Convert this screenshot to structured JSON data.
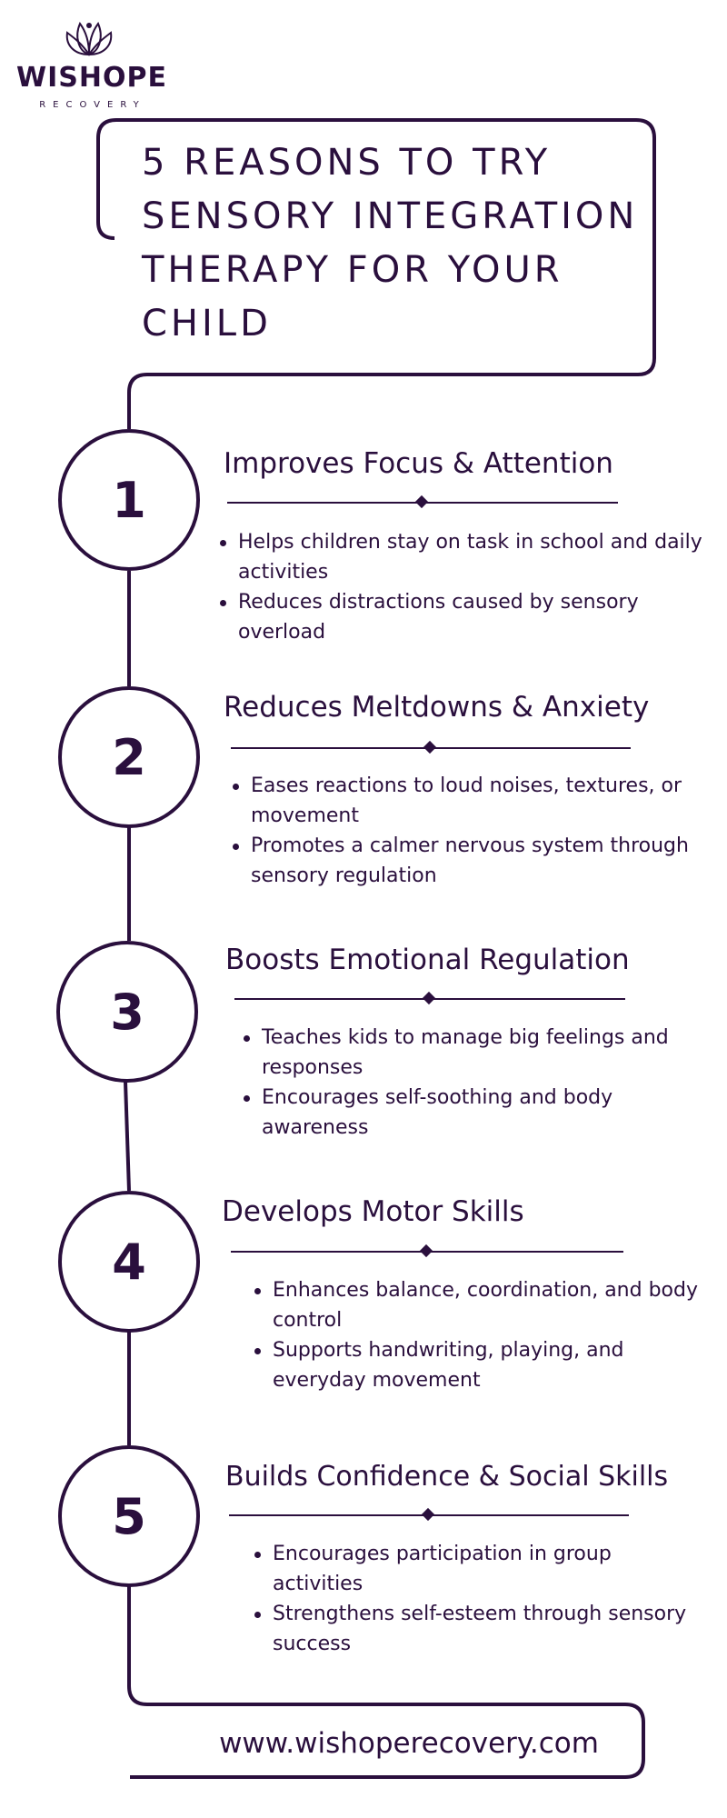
{
  "brand": {
    "name": "WISHOPE",
    "tagline": "RECOVERY",
    "logo_icon": "lotus-icon"
  },
  "title": "5 REASONS TO TRY SENSORY INTEGRATION THERAPY FOR YOUR CHILD",
  "reasons": [
    {
      "number": "1",
      "title": "Improves Focus & Attention",
      "bullets": [
        "Helps children stay on task in school and daily activities",
        "Reduces distractions caused by sensory overload"
      ]
    },
    {
      "number": "2",
      "title": "Reduces Meltdowns & Anxiety",
      "bullets": [
        "Eases reactions to loud noises, textures, or movement",
        "Promotes a calmer nervous system through sensory regulation"
      ]
    },
    {
      "number": "3",
      "title": "Boosts Emotional Regulation",
      "bullets": [
        "Teaches kids to manage big feelings and responses",
        "Encourages self-soothing and body awareness"
      ]
    },
    {
      "number": "4",
      "title": "Develops Motor Skills",
      "bullets": [
        "Enhances balance, coordination, and body control",
        "Supports handwriting, playing, and everyday movement"
      ]
    },
    {
      "number": "5",
      "title": "Builds Confidence & Social Skills",
      "bullets": [
        "Encourages participation in group activities",
        "Strengthens self-esteem through sensory success"
      ]
    }
  ],
  "website": "www.wishoperecovery.com",
  "colors": {
    "primary": "#2a0f3d",
    "background": "#ffffff"
  }
}
